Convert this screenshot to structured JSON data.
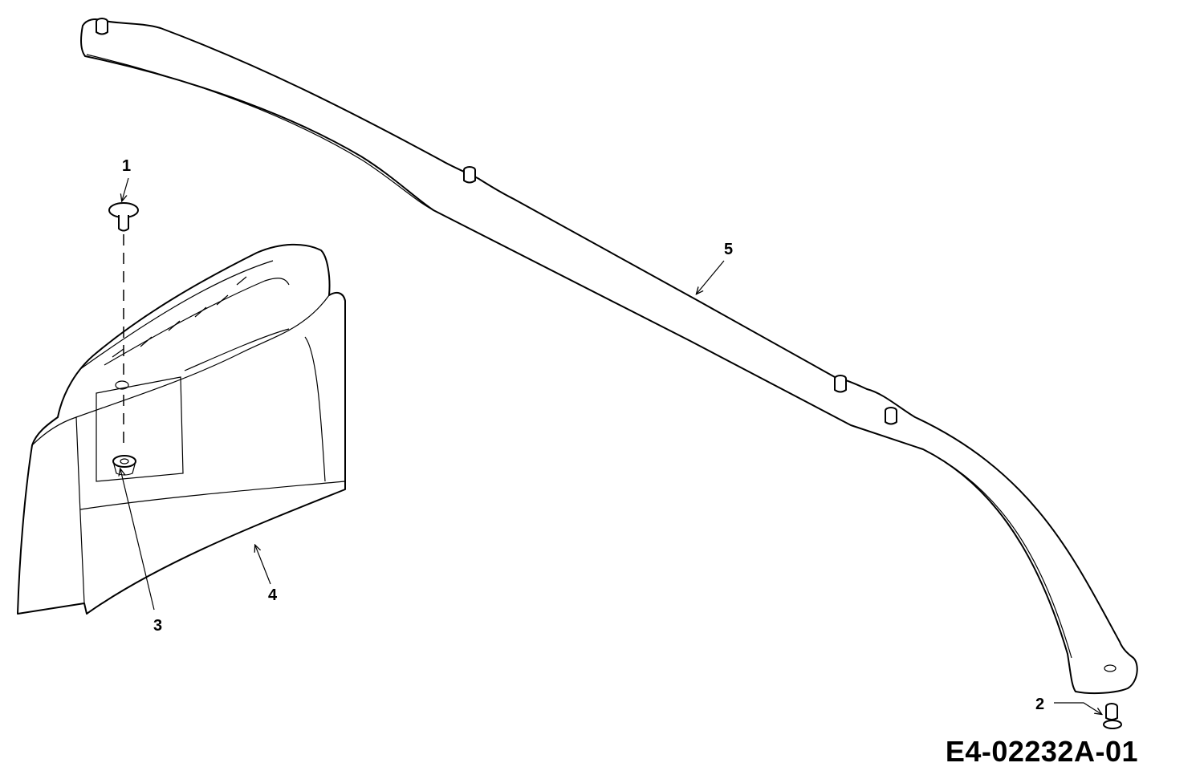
{
  "diagram": {
    "callouts": [
      {
        "id": "1",
        "label": "1"
      },
      {
        "id": "2",
        "label": "2"
      },
      {
        "id": "3",
        "label": "3"
      },
      {
        "id": "4",
        "label": "4"
      },
      {
        "id": "5",
        "label": "5"
      }
    ],
    "drawing_code": "E4-02232A-01"
  }
}
